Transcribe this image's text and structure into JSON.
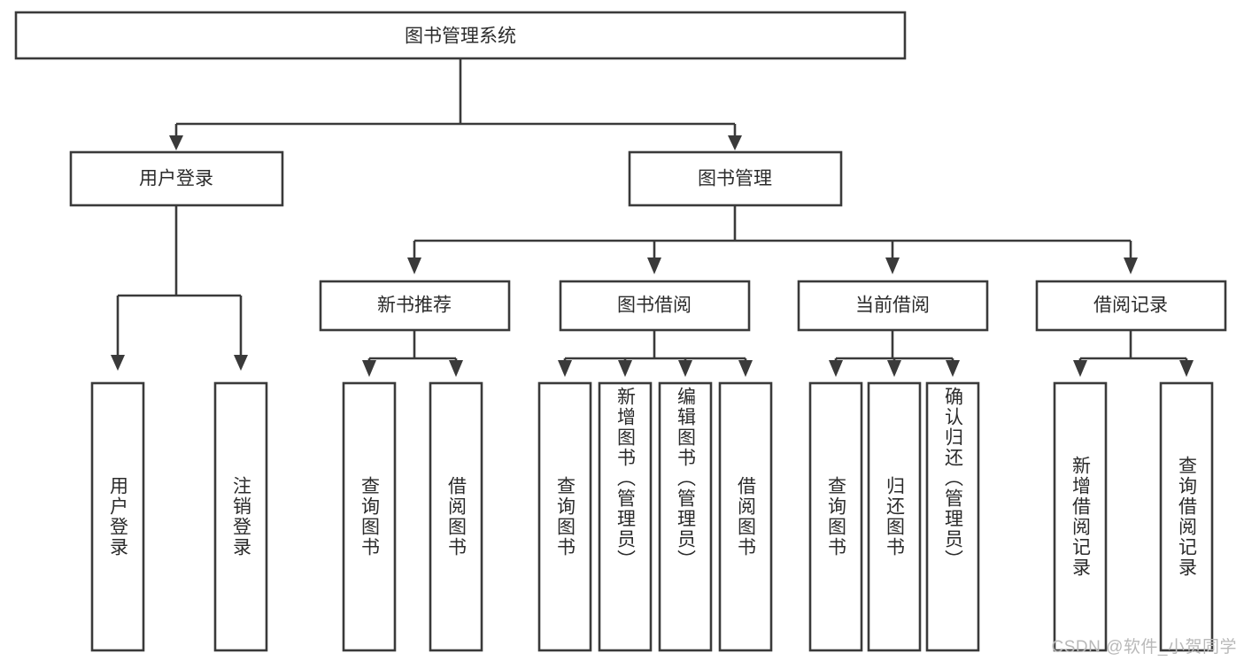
{
  "diagram": {
    "title": "图书管理系统",
    "type": "tree-hierarchy-diagram",
    "colors": {
      "box_stroke": "#3a3a3a",
      "box_fill": "#ffffff",
      "text": "#2b2b2b",
      "background": "#ffffff",
      "watermark": "#b9b9b9"
    },
    "root": {
      "label": "图书管理系统"
    },
    "level2": [
      {
        "label": "用户登录"
      },
      {
        "label": "图书管理"
      }
    ],
    "level3": [
      {
        "label": "新书推荐"
      },
      {
        "label": "图书借阅"
      },
      {
        "label": "当前借阅"
      },
      {
        "label": "借阅记录"
      }
    ],
    "leaves": {
      "user_login": [
        {
          "label": "用户登录"
        },
        {
          "label": "注销登录"
        }
      ],
      "new_book_recommend": [
        {
          "label": "查询图书"
        },
        {
          "label": "借阅图书"
        }
      ],
      "book_borrow": [
        {
          "label": "查询图书"
        },
        {
          "label": "新增图书（管理员）"
        },
        {
          "label": "编辑图书（管理员）"
        },
        {
          "label": "借阅图书"
        }
      ],
      "current_borrow": [
        {
          "label": "查询图书"
        },
        {
          "label": "归还图书"
        },
        {
          "label": "确认归还（管理员）"
        }
      ],
      "borrow_record": [
        {
          "label": "新增借阅记录"
        },
        {
          "label": "查询借阅记录"
        }
      ]
    }
  },
  "watermark": {
    "text": "CSDN @软件_小贺同学"
  }
}
